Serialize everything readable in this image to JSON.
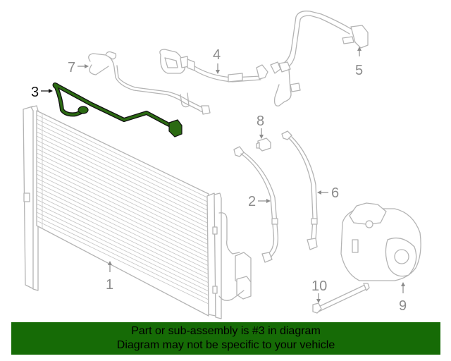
{
  "diagram": {
    "subject": "A/C condenser and refrigerant lines exploded parts diagram",
    "highlighted_part": "3",
    "highlight_color": "#2b6a12",
    "callouts": [
      {
        "number": "1",
        "part": "condenser"
      },
      {
        "number": "2",
        "part": "refrigerant hose"
      },
      {
        "number": "3",
        "part": "refrigerant line (highlighted)"
      },
      {
        "number": "4",
        "part": "suction hose"
      },
      {
        "number": "5",
        "part": "refrigerant pipe"
      },
      {
        "number": "6",
        "part": "discharge hose"
      },
      {
        "number": "7",
        "part": "refrigerant pipe"
      },
      {
        "number": "8",
        "part": "pressure sensor"
      },
      {
        "number": "9",
        "part": "A/C compressor"
      },
      {
        "number": "10",
        "part": "bolt"
      }
    ]
  },
  "banner": {
    "line1": "Part or sub-assembly is #3 in diagram",
    "line2": "Diagram may not be specific to your vehicle",
    "background_color": "#166b06"
  }
}
